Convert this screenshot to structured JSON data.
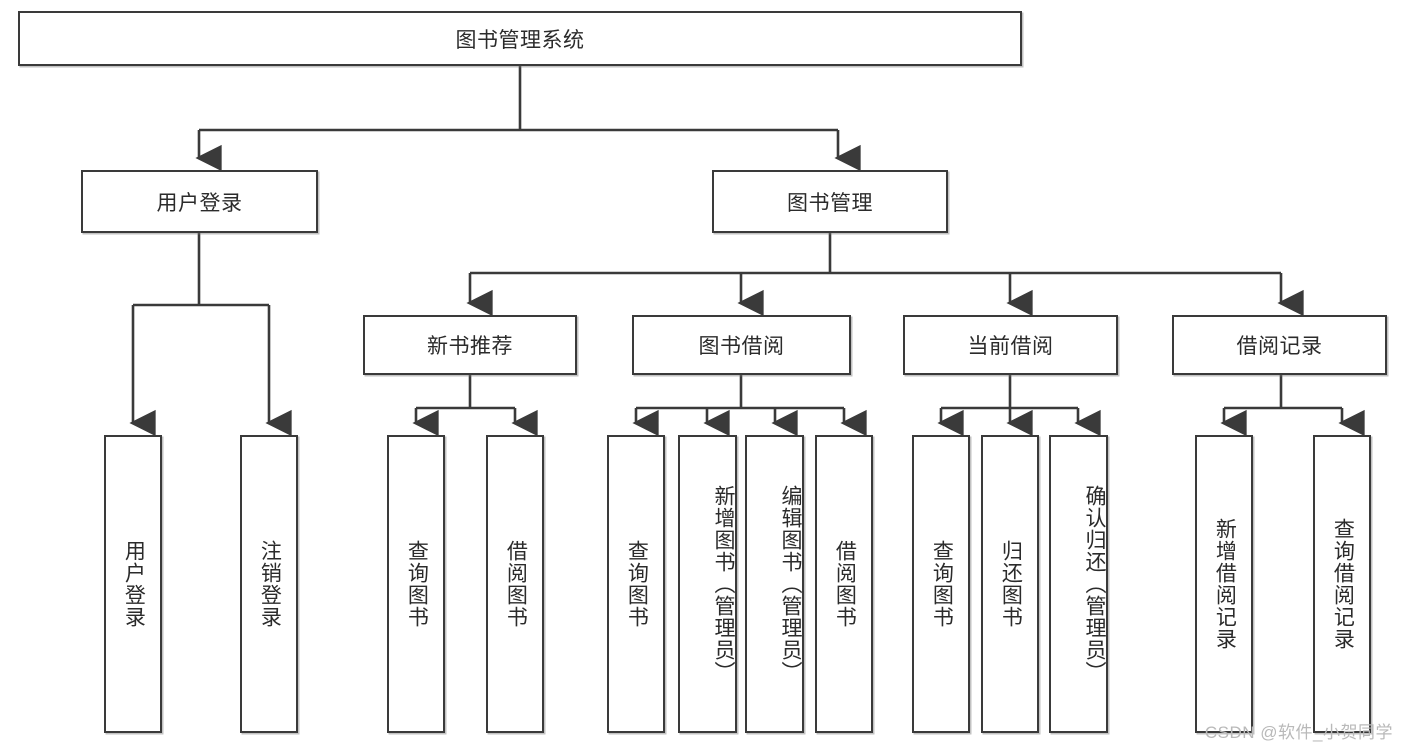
{
  "diagram": {
    "title": "图书管理系统",
    "type": "tree-hierarchy-diagram",
    "colors": {
      "box_border": "#3a3a3a",
      "box_fill": "#ffffff",
      "connector": "#3a3a3a",
      "text": "#2b2b2b",
      "watermark": "#b9b9b9"
    },
    "levels": {
      "root": {
        "label": "图书管理系统"
      },
      "level2": [
        {
          "label": "用户登录"
        },
        {
          "label": "图书管理"
        }
      ],
      "level3": [
        {
          "label": "新书推荐"
        },
        {
          "label": "图书借阅"
        },
        {
          "label": "当前借阅"
        },
        {
          "label": "借阅记录"
        }
      ],
      "leaves": {
        "user_login": [
          {
            "label": "用户登录"
          },
          {
            "label": "注销登录"
          }
        ],
        "new_book_recommend": [
          {
            "label": "查询图书"
          },
          {
            "label": "借阅图书"
          }
        ],
        "book_borrow": [
          {
            "label": "查询图书"
          },
          {
            "label": "新增图书（管理员）"
          },
          {
            "label": "编辑图书（管理员）"
          },
          {
            "label": "借阅图书"
          }
        ],
        "current_borrow": [
          {
            "label": "查询图书"
          },
          {
            "label": "归还图书"
          },
          {
            "label": "确认归还（管理员）"
          }
        ],
        "borrow_record": [
          {
            "label": "新增借阅记录"
          },
          {
            "label": "查询借阅记录"
          }
        ]
      }
    },
    "watermark": "CSDN @软件_小贺同学"
  }
}
